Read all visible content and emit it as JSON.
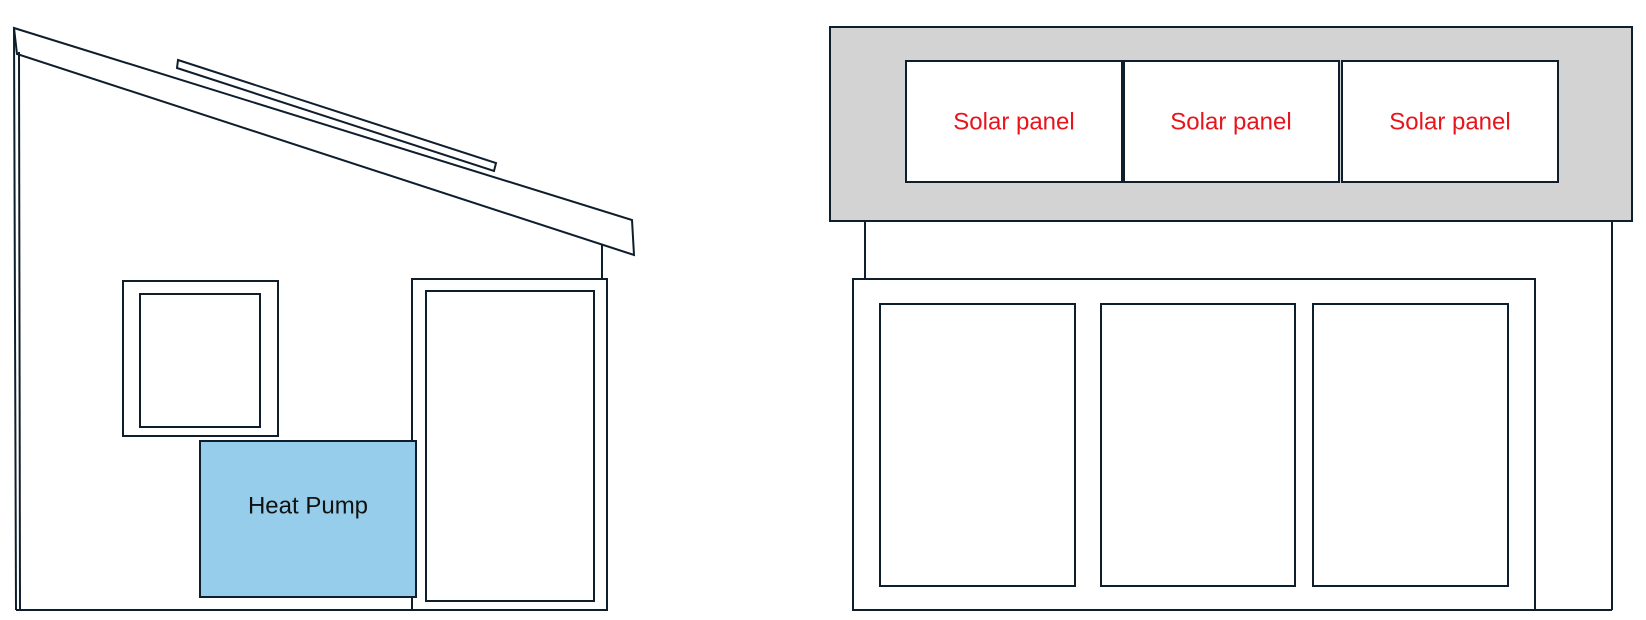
{
  "labels": {
    "heat_pump": "Heat Pump",
    "solar_panels": [
      "Solar panel",
      "Solar panel",
      "Solar panel"
    ]
  },
  "colors": {
    "line": "#0f1e2d",
    "heat_pump_fill": "#95cdea",
    "roof_fill": "#d3d3d3",
    "solar_text": "#e8141c",
    "heat_pump_text": "#111111"
  },
  "views": [
    "side-elevation",
    "front-elevation"
  ]
}
